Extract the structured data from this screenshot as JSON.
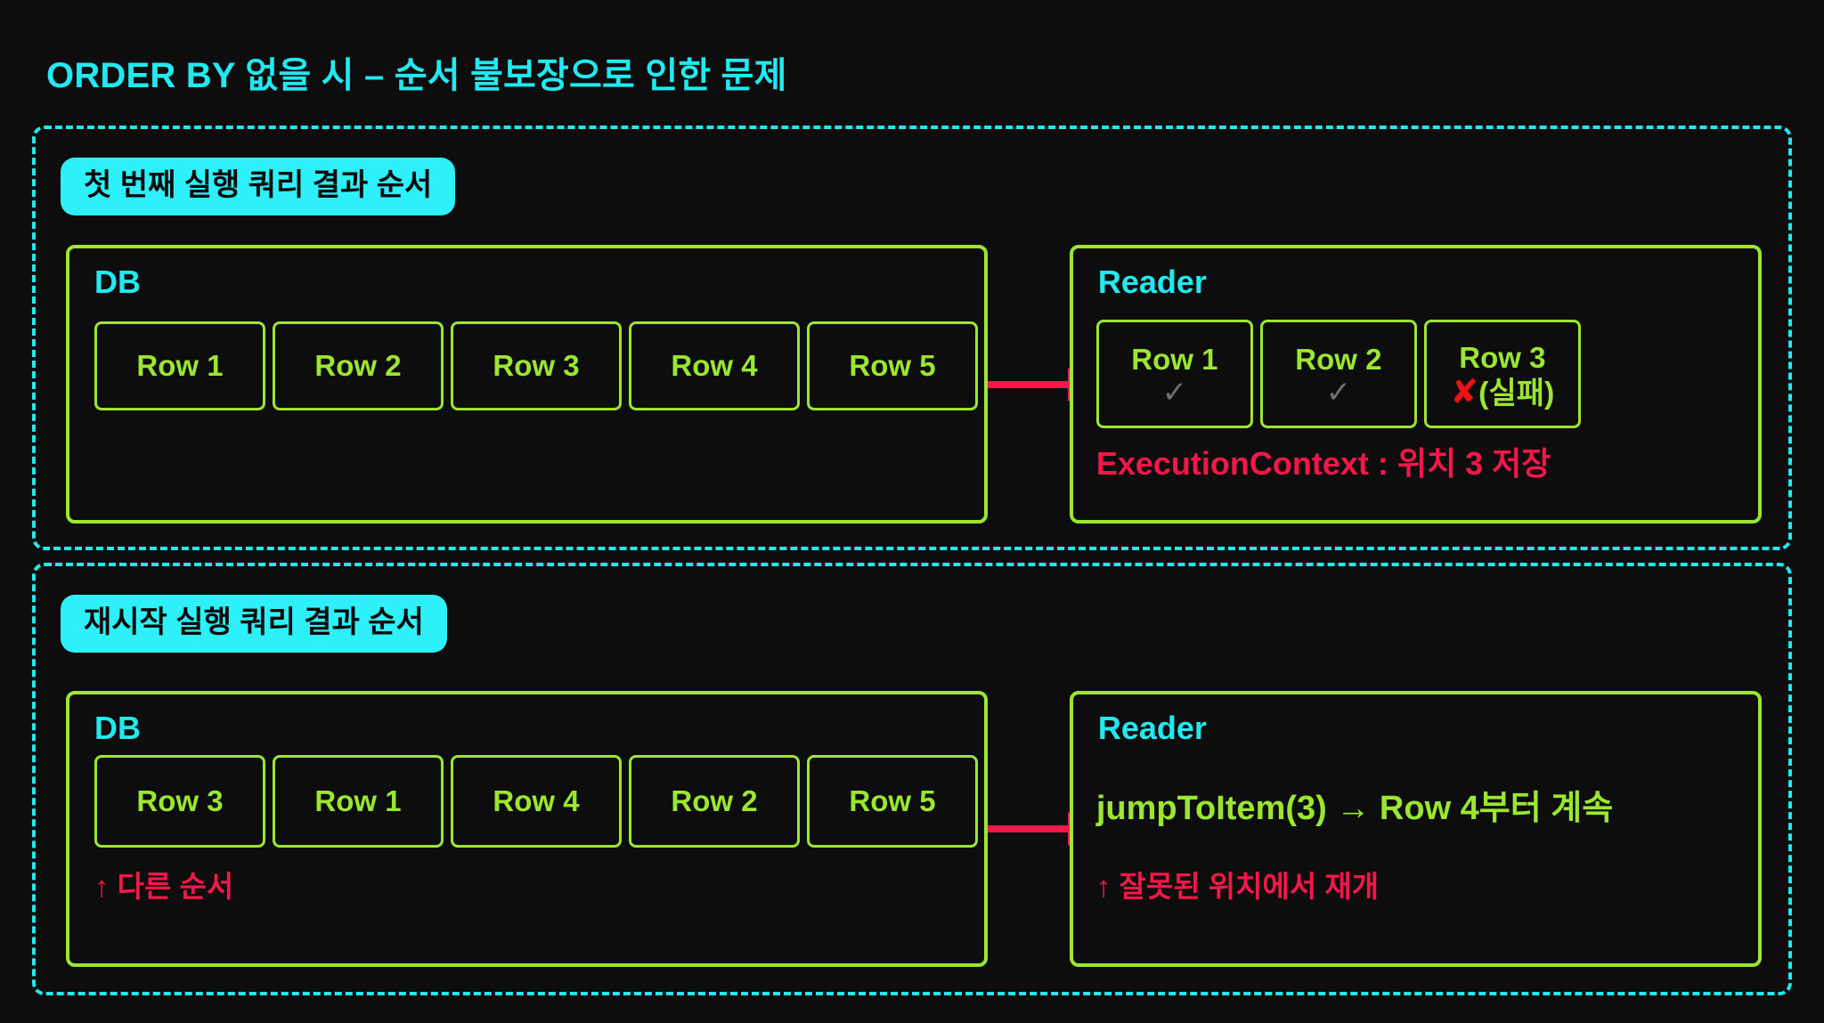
{
  "title": "ORDER BY 없을 시 – 순서 불보장으로 인한 문제",
  "colors": {
    "background": "#0d0d0d",
    "accent_cyan": "#22e8f0",
    "accent_green": "#9ae630",
    "accent_red": "#f5174a",
    "mark_grey": "#6e6e6e",
    "fail_x": "#ee1111"
  },
  "sections": [
    {
      "badge": "첫 번째 실행 쿼리 결과 순서",
      "db": {
        "label": "DB",
        "rows": [
          "Row 1",
          "Row 2",
          "Row 3",
          "Row 4",
          "Row 5"
        ],
        "note": ""
      },
      "arrow": "arrow-right",
      "reader": {
        "label": "Reader",
        "rows": [
          {
            "label": "Row 1",
            "mark": "✓",
            "state": "ok"
          },
          {
            "label": "Row 2",
            "mark": "✓",
            "state": "ok"
          },
          {
            "label": "Row 3",
            "mark_x": "✘",
            "mark_text": "(실패)",
            "state": "fail"
          }
        ],
        "note": "ExecutionContext : 위치 3 저장"
      }
    },
    {
      "badge": "재시작 실행 쿼리 결과 순서",
      "db": {
        "label": "DB",
        "rows": [
          "Row 3",
          "Row 1",
          "Row 4",
          "Row 2",
          "Row 5"
        ],
        "note": "↑ 다른 순서"
      },
      "arrow": "arrow-right",
      "reader": {
        "label": "Reader",
        "line": "jumpToItem(3) → Row 4부터 계속",
        "note": "↑ 잘못된 위치에서 재개"
      }
    }
  ]
}
